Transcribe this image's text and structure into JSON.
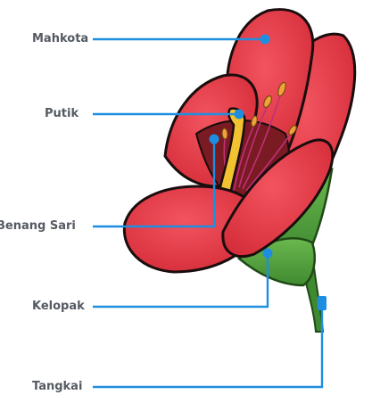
{
  "labels": {
    "mahkota": "Mahkota",
    "putik": "Putik",
    "benang_sari": "Benang Sari",
    "kelopak": "Kelopak",
    "tangkai": "Tangkai"
  },
  "colors": {
    "leader_line": "#1e8fe0",
    "petal_red": "#ec3e4b",
    "petal_dark": "#b3202c",
    "pistil_yellow": "#f2c230",
    "stamen_orange": "#e08a2a",
    "sepal_green": "#4f9a3a",
    "stem_green": "#3f8a30",
    "label_text": "#555a63"
  }
}
